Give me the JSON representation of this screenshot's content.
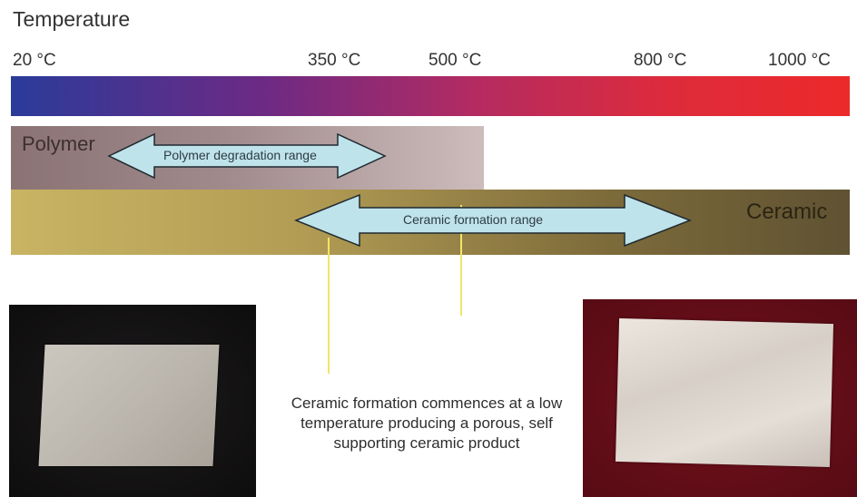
{
  "title": "Temperature",
  "temperature_ticks": [
    {
      "label": "20 °C"
    },
    {
      "label": "350 °C"
    },
    {
      "label": "500 °C"
    },
    {
      "label": "800 °C"
    },
    {
      "label": "1000 °C"
    }
  ],
  "bands": {
    "polymer": {
      "label": "Polymer"
    },
    "ceramic": {
      "label": "Ceramic"
    }
  },
  "ranges": {
    "polymer_degradation": "Polymer degradation range",
    "ceramic_formation": "Ceramic formation range"
  },
  "caption": "Ceramic formation commences at a low temperature producing a porous, self supporting ceramic product",
  "colors": {
    "scale_low": "#2b3b9a",
    "scale_high": "#ec2a2a",
    "arrow_fill": "#bfe3ea",
    "marker_line": "#f3e36a",
    "photo_left_bg": "#111011",
    "photo_right_bg": "#660e18"
  }
}
